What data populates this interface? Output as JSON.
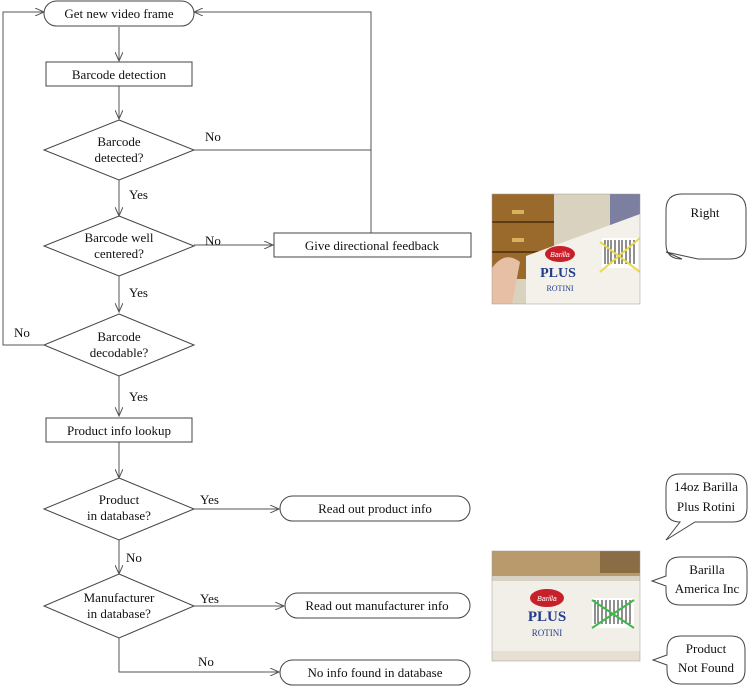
{
  "nodes": {
    "get_frame": "Get new video frame",
    "barcode_detection": "Barcode detection",
    "detected_q": [
      "Barcode",
      "detected?"
    ],
    "centered_q": [
      "Barcode well",
      "centered?"
    ],
    "feedback": "Give directional feedback",
    "decodable_q": [
      "Barcode",
      "decodable?"
    ],
    "lookup": "Product info lookup",
    "product_q": [
      "Product",
      "in database?"
    ],
    "read_product": "Read out product info",
    "manufacturer_q": [
      "Manufacturer",
      "in database?"
    ],
    "read_manufacturer": "Read out manufacturer info",
    "no_info": "No info found in database"
  },
  "edge_labels": {
    "detected_no": "No",
    "detected_yes": "Yes",
    "centered_no": "No",
    "centered_yes": "Yes",
    "decodable_no": "No",
    "decodable_yes": "Yes",
    "product_yes": "Yes",
    "product_no": "No",
    "manufacturer_yes": "Yes",
    "manufacturer_no": "No"
  },
  "bubbles": {
    "right": [
      "Right"
    ],
    "barilla_product": [
      "14oz Barilla",
      "Plus Rotini"
    ],
    "barilla_manufacturer": [
      "Barilla",
      "America Inc"
    ],
    "not_found": [
      "Product",
      "Not Found"
    ]
  },
  "photos": {
    "photo1": {
      "brand": "Barilla",
      "line": "PLUS",
      "product": "ROTINI"
    },
    "photo2": {
      "brand": "Barilla",
      "line": "PLUS",
      "product": "ROTINI"
    }
  },
  "colors": {
    "stroke": "#444444",
    "cross_photo1": "#e8d84a",
    "cross_photo2": "#3fb94a",
    "brand_red": "#c8202a",
    "brand_blue": "#1f3d8a"
  }
}
